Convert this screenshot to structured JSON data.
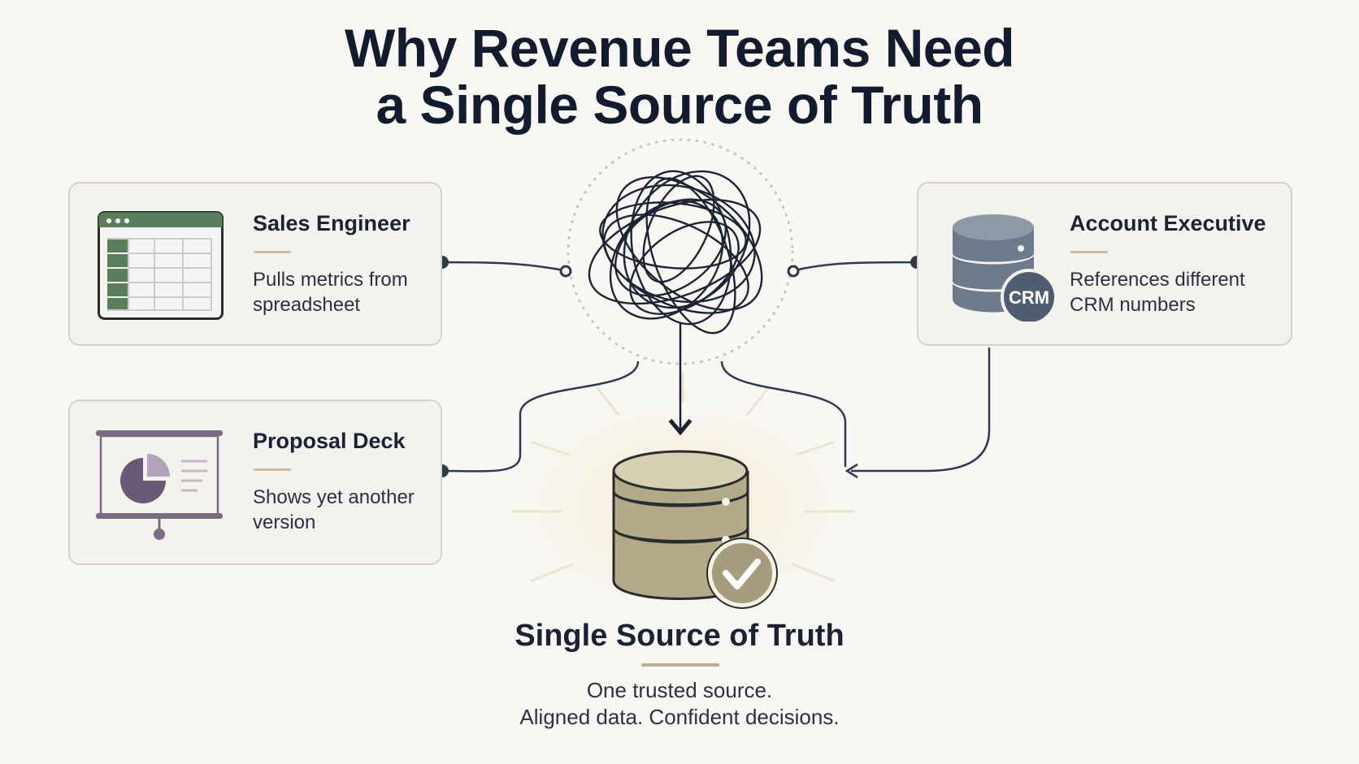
{
  "title": {
    "line1": "Why Revenue Teams Need",
    "line2": "a Single Source of Truth"
  },
  "cards": {
    "sales_engineer": {
      "title": "Sales Engineer",
      "desc": "Pulls metrics from spreadsheet",
      "icon": "spreadsheet-icon"
    },
    "account_executive": {
      "title": "Account Executive",
      "desc": "References different CRM numbers",
      "icon": "crm-database-icon",
      "badge": "CRM"
    },
    "proposal_deck": {
      "title": "Proposal Deck",
      "desc": "Shows yet another version",
      "icon": "presentation-icon"
    }
  },
  "center": {
    "icon": "tangled-lines-icon"
  },
  "single_source": {
    "title": "Single Source of Truth",
    "caption_line1": "One trusted source.",
    "caption_line2": "Aligned data. Confident decisions.",
    "icon": "database-check-icon"
  },
  "colors": {
    "background": "#f8f7f4",
    "card_bg": "#f4f2ee",
    "card_border": "#d6d1c8",
    "ink": "#1b2233",
    "spreadsheet_green": "#5a7d5b",
    "crm_slate": "#6d7a8c",
    "deck_purple": "#7b6a84",
    "truth_khaki": "#b3aa8a",
    "connector": "#2f3a4c"
  }
}
